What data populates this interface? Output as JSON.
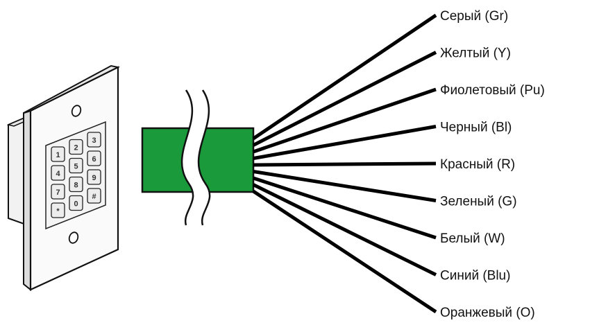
{
  "keypad": {
    "keys": [
      "1",
      "2",
      "3",
      "4",
      "5",
      "6",
      "7",
      "8",
      "9",
      "*",
      "0",
      "#"
    ]
  },
  "cable": {
    "color": "#1a9a3a"
  },
  "wires": [
    {
      "label": "Серый (Gr)"
    },
    {
      "label": "Желтый (Y)"
    },
    {
      "label": "Фиолетовый (Pu)"
    },
    {
      "label": "Черный (Bl)"
    },
    {
      "label": "Красный (R)"
    },
    {
      "label": "Зеленый (G)"
    },
    {
      "label": "Белый (W)"
    },
    {
      "label": "Синий (Blu)"
    },
    {
      "label": "Оранжевый (O)"
    }
  ]
}
